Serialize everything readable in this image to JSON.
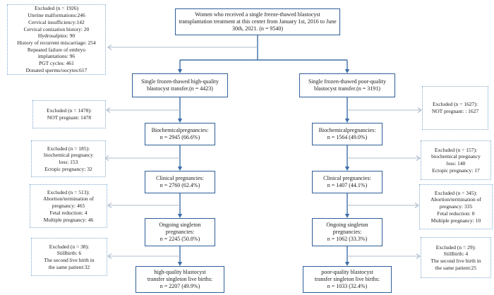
{
  "colors": {
    "box_border": "#2f5e96",
    "dashed_border": "#7fa8cf",
    "arrow": "#3f6fa8",
    "line": "#adbccc",
    "text": "#1c1c1c",
    "bg": "#ffffff"
  },
  "boxes": {
    "total": {
      "lines": [
        "Women who received a single freeze-thawed blastocyst",
        "transplantation treatment at this center from January 1st, 2016 to June",
        "30th, 2021. (n = 9540)"
      ]
    },
    "excluded_initial": {
      "lines": [
        "Excluded (n = 1926)",
        "Uterine malformations:246",
        "Cervical insufficiency:142",
        "Cervical conization history: 20",
        "Hydrosalpinx: 90",
        "History of recurrent miscarriage: 254",
        "Repeated failure of embryo",
        "implantations: 96",
        "PGT cycles: 461",
        "Donated sperms/oocytes:617"
      ]
    },
    "hq_transfer": {
      "lines": [
        "Single frozen-thawed high-quality",
        "blastocyst transfer.(n = 4423)"
      ]
    },
    "pq_transfer": {
      "lines": [
        "Single frozen-thawed poor-quality",
        "blastocyst transfer.(n = 3191)"
      ]
    },
    "hq_excluded_not_pregnant": {
      "lines": [
        "Excluded (n = 1478):",
        "NOT pregnant: 1478"
      ]
    },
    "pq_excluded_not_pregnant": {
      "lines": [
        "Excluded (n = 1627):",
        "NOT pregnant: : 1627"
      ]
    },
    "hq_biochemical": {
      "lines": [
        "Biochemicalpregnancies:",
        "n = 2945 (66.6%)"
      ]
    },
    "pq_biochemical": {
      "lines": [
        "Biochemicalpregnancies:",
        "n = 1564 (49.0%)"
      ]
    },
    "hq_excluded_biochemical_loss": {
      "lines": [
        "Excluded (n = 185):",
        "biochemical pregnancy",
        "loss: 153",
        "Ectopic pregnancy: 32"
      ]
    },
    "pq_excluded_biochemical_loss": {
      "lines": [
        "Excluded (n = 157):",
        "biochemical pregnancy",
        "loss: 140",
        "Ectopic pregnancy: 17"
      ]
    },
    "hq_clinical": {
      "lines": [
        "Clinical pregnancies:",
        "n = 2760 (62.4%)"
      ]
    },
    "pq_clinical": {
      "lines": [
        "Clinical pregnancies:",
        "n = 1407 (44.1%)"
      ]
    },
    "hq_excluded_abortion": {
      "lines": [
        "Excluded (n = 513):",
        "Abortion/termination of",
        "pregnancy: 465",
        "Fetal reduction: 4",
        "Multiple pregnancy: 46"
      ]
    },
    "pq_excluded_abortion": {
      "lines": [
        "Excluded (n = 345):",
        "Abortion/termination of",
        "pregnancy: 335",
        "Fetal reduction: 0",
        "Multiple pregnancy: 10"
      ]
    },
    "hq_ongoing": {
      "lines": [
        "Ongoing singleton",
        "pregnancies:",
        "n = 2245 (50.8%)"
      ]
    },
    "pq_ongoing": {
      "lines": [
        "Ongoing singleton",
        "pregnancies:",
        "n = 1062 (33.3%)"
      ]
    },
    "hq_excluded_stillbirth": {
      "lines": [
        "Excluded (n = 38):",
        "Stillbirth: 6",
        "The second live birth in",
        "the same patient:32"
      ]
    },
    "pq_excluded_stillbirth": {
      "lines": [
        "Excluded (n = 29):",
        "Stillbirth: 4",
        "The second live birth in",
        "the same patient:25"
      ]
    },
    "hq_livebirth": {
      "lines": [
        "high-quality blastocyst",
        "transfer singleton live births:",
        "n = 2207 (49.9%)"
      ]
    },
    "pq_livebirth": {
      "lines": [
        "poor-quality blastocyst",
        "transfer singleton live births:",
        "n = 1033 (32.4%)"
      ]
    }
  }
}
